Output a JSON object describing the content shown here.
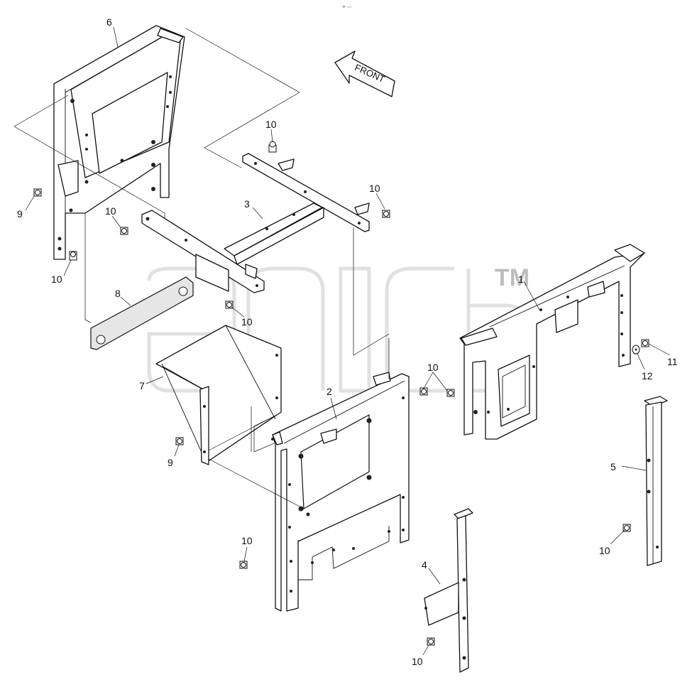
{
  "diagram": {
    "front_label": "FRONT",
    "watermark": "TM",
    "top_mark": "∘ ∙∙∙",
    "callouts": {
      "c1": "1",
      "c2": "2",
      "c3": "3",
      "c4": "4",
      "c5": "5",
      "c6": "6",
      "c7": "7",
      "c8": "8",
      "c9a": "9",
      "c9b": "9",
      "c10a": "10",
      "c10b": "10",
      "c10c": "10",
      "c10d": "10",
      "c10e": "10",
      "c10f": "10",
      "c10g": "10",
      "c10h": "10",
      "c10i": "10",
      "c10j": "10",
      "c11": "11",
      "c12": "12"
    }
  }
}
